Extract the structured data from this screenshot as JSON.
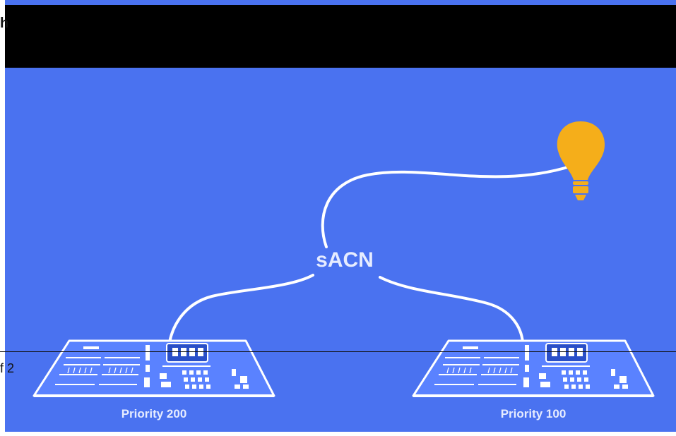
{
  "page": {
    "top_fragment": "h",
    "page_counter": "f 2"
  },
  "diagram": {
    "hub_label": "sACN",
    "consoles": [
      {
        "label": "Priority 200"
      },
      {
        "label": "Priority 100"
      }
    ],
    "colors": {
      "background": "#4a72f0",
      "top_bar": "#000000",
      "lines": "#ffffff",
      "bulb": "#f5ae1a",
      "console_fill": "#5a82ff",
      "label": "#e6ecff"
    },
    "icons": [
      "lightbulb-icon",
      "lighting-console-icon"
    ]
  }
}
